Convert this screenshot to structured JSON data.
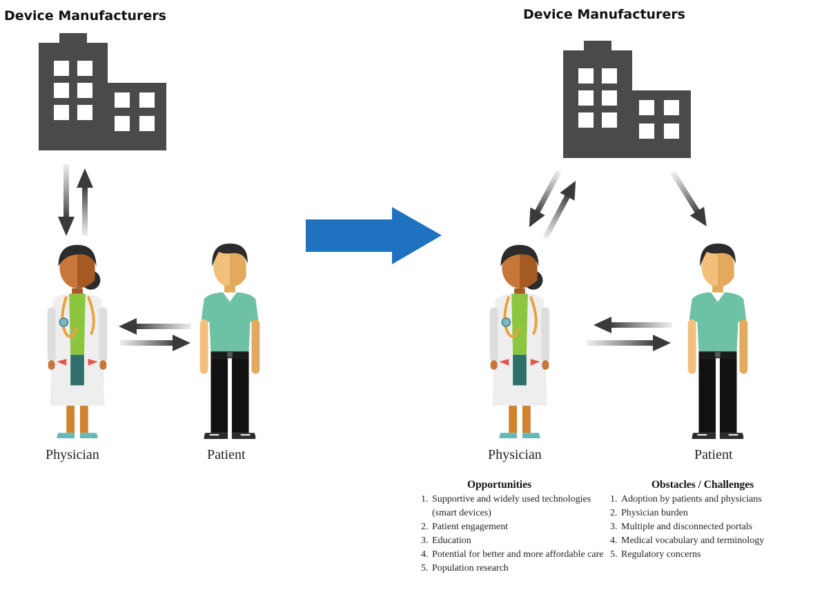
{
  "left_panel": {
    "title": "Device Manufacturers",
    "physician_label": "Physician",
    "patient_label": "Patient"
  },
  "right_panel": {
    "title": "Device Manufacturers",
    "physician_label": "Physician",
    "patient_label": "Patient"
  },
  "opportunities": {
    "heading": "Opportunities",
    "items": [
      "Supportive and widely used technologies (smart devices)",
      "Patient engagement",
      "Education",
      "Potential for better and more affordable care",
      "Population research"
    ]
  },
  "obstacles": {
    "heading": "Obstacles / Challenges",
    "items": [
      "Adoption by patients and physicians",
      "Physician burden",
      "Multiple and disconnected portals",
      "Medical vocabulary and terminology",
      "Regulatory concerns"
    ]
  },
  "colors": {
    "building": "#4a4a4a",
    "transition_arrow": "#1e72bf",
    "skin_physician": "#c8773a",
    "skin_patient": "#f2c07a",
    "shirt_patient": "#6dc2a5",
    "coat": "#eeeeee"
  },
  "icons": [
    "building-icon",
    "physician-icon",
    "patient-icon",
    "transition-arrow-icon"
  ]
}
